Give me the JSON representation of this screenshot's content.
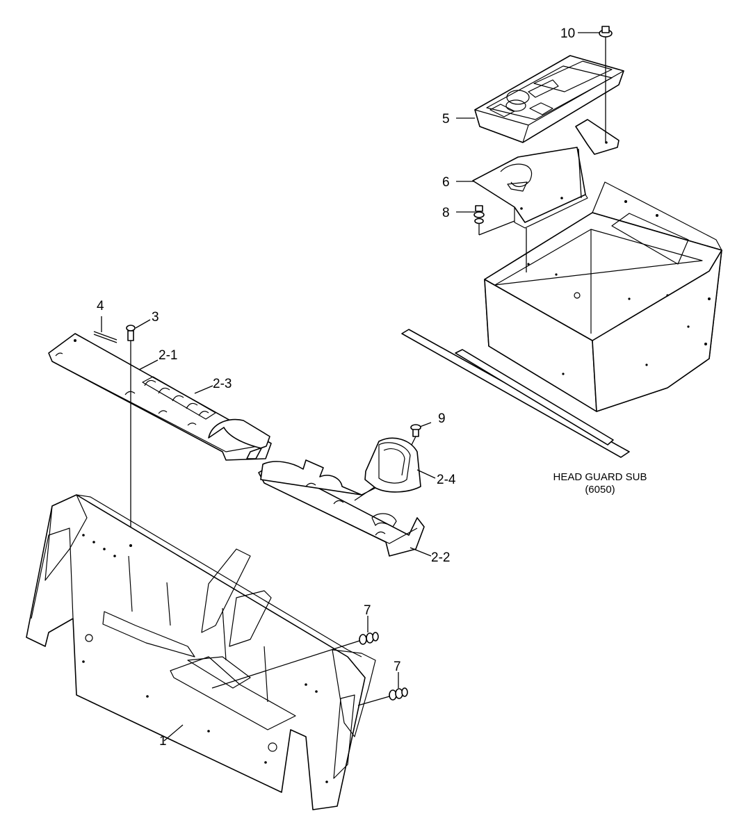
{
  "callouts": {
    "c1": "1",
    "c2_1": "2-1",
    "c2_2": "2-2",
    "c2_3": "2-3",
    "c2_4": "2-4",
    "c3": "3",
    "c4": "4",
    "c5": "5",
    "c6": "6",
    "c7a": "7",
    "c7b": "7",
    "c8": "8",
    "c9": "9",
    "c10": "10"
  },
  "caption": {
    "line1": "HEAD GUARD SUB",
    "line2": "(6050)"
  }
}
